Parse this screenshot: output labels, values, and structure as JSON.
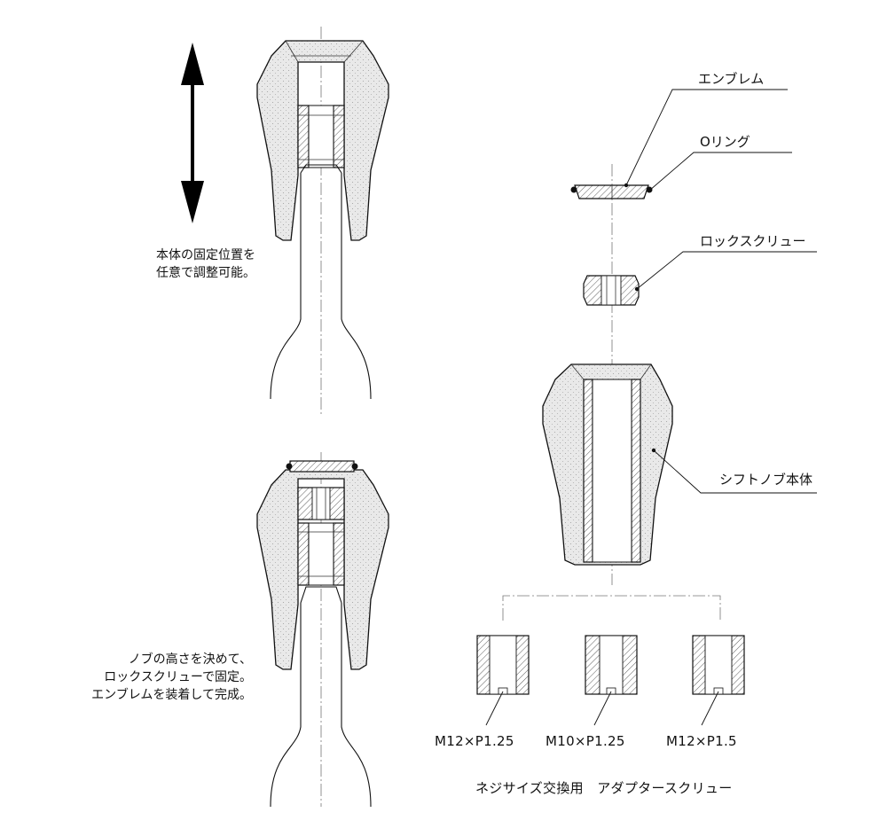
{
  "notes": {
    "adjust": [
      "本体の固定位置を",
      "任意で調整可能。"
    ],
    "assembly": [
      "ノブの高さを決めて、",
      "ロックスクリューで固定。",
      "エンブレムを装着して完成。"
    ]
  },
  "labels": {
    "emblem": "エンブレム",
    "oring": "Oリング",
    "lockscrew": "ロックスクリュー",
    "body": "シフトノブ本体"
  },
  "adapters": {
    "sizes": [
      "M12×P1.25",
      "M10×P1.25",
      "M12×P1.5"
    ],
    "caption": "ネジサイズ交換用　アダプタースクリュー"
  }
}
